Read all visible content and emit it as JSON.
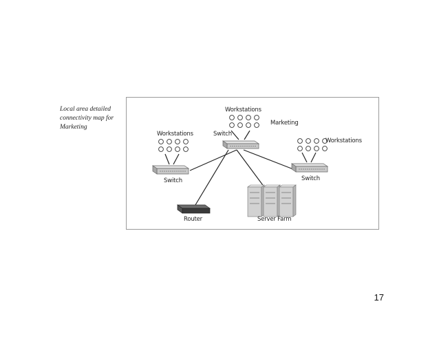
{
  "caption": {
    "line1": "Local area detailed",
    "line2": "connectivity map for",
    "line3": "Marketing"
  },
  "page_number": "17",
  "diagram": {
    "labels": {
      "workstations_top": "Workstations",
      "workstations_left": "Workstations",
      "workstations_right": "Workstations",
      "marketing": "Marketing",
      "switch_center": "Switch",
      "switch_left": "Switch",
      "switch_right": "Switch",
      "router": "Router",
      "server_farm": "Server Farm"
    }
  }
}
